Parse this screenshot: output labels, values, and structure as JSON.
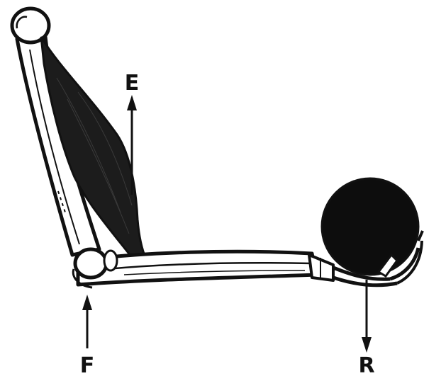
{
  "labels": {
    "effort": "E",
    "fulcrum": "F",
    "resistance": "R"
  },
  "colors": {
    "ink": "#111111",
    "bone_fill": "#ffffff",
    "muscle_fill": "#1c1c1c",
    "load_fill": "#0d0d0d",
    "background": "#ffffff"
  }
}
